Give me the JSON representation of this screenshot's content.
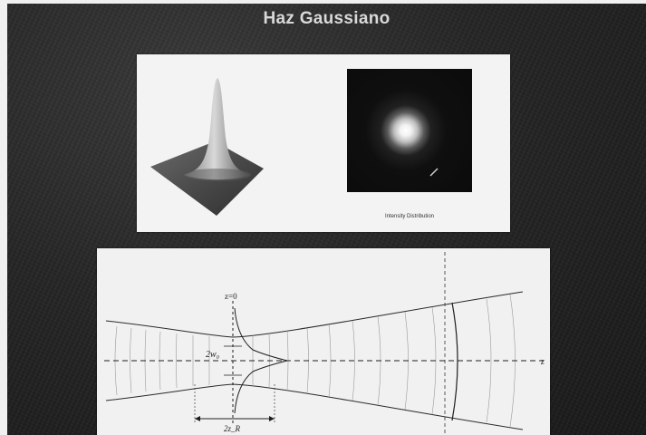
{
  "slide": {
    "title": "Haz Gaussiano"
  },
  "top_figure": {
    "caption": "Intensity Distribution"
  },
  "beam_diagram": {
    "label_z0": "z=0",
    "label_waist": "2w₀",
    "label_axis": "z",
    "label_rayleigh": "2z_R"
  }
}
